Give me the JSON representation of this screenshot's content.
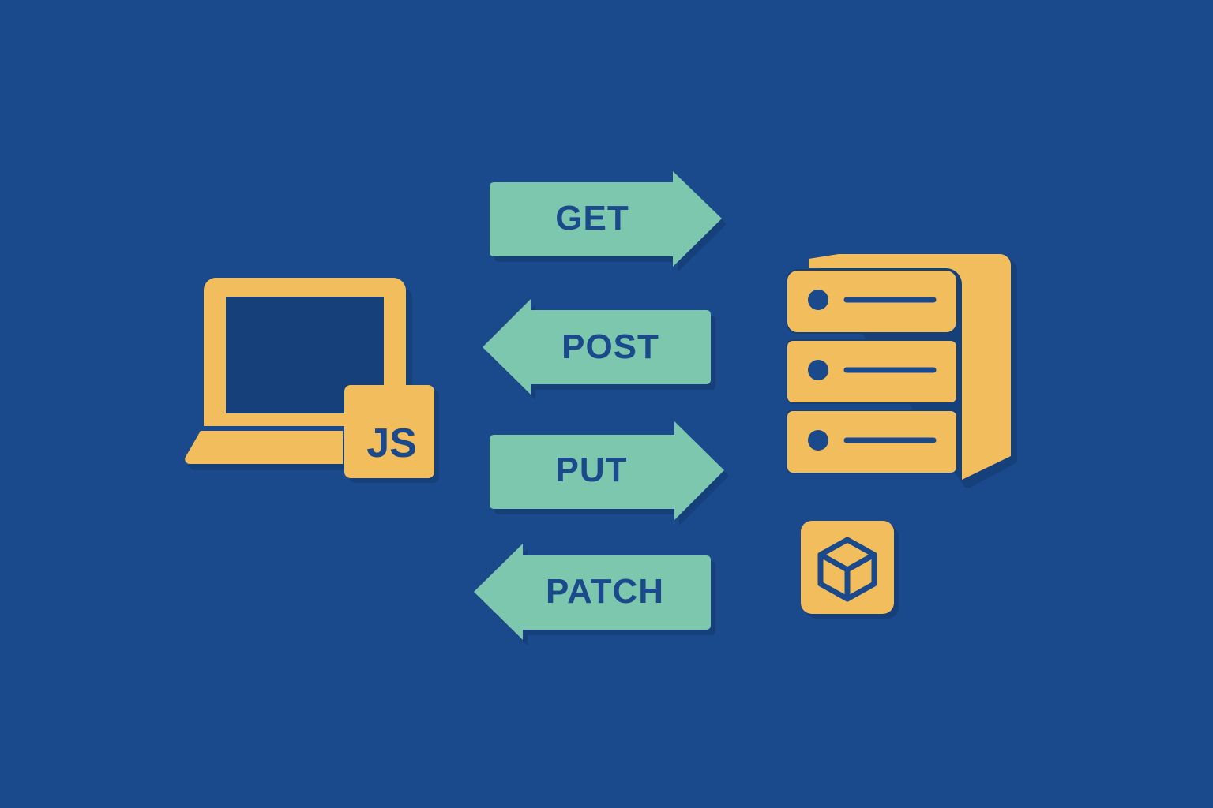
{
  "diagram": {
    "title": "REST API HTTP methods between JavaScript client and server",
    "colors": {
      "background": "#1b4a8c",
      "icon_fill": "#f2bd5c",
      "arrow_fill": "#7cc7ae",
      "text": "#1b4a8c",
      "shadow": "#15407a"
    },
    "client": {
      "icon": "laptop-icon",
      "badge_text": "JS"
    },
    "server": {
      "icon": "server-rack-icon",
      "units": 3
    },
    "package": {
      "icon": "cube-icon"
    },
    "arrows": [
      {
        "label": "GET",
        "direction": "right"
      },
      {
        "label": "POST",
        "direction": "left"
      },
      {
        "label": "PUT",
        "direction": "right"
      },
      {
        "label": "PATCH",
        "direction": "left"
      }
    ]
  }
}
